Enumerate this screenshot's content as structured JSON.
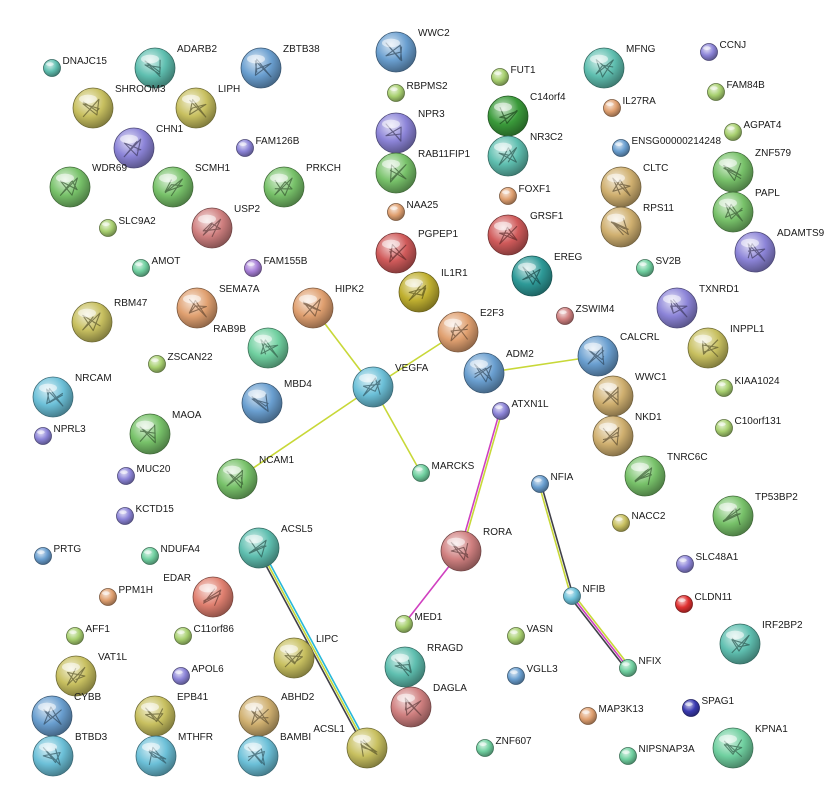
{
  "colors": {
    "blue": "#6a9fd0",
    "teal": "#5fbfb0",
    "green": "#78c26a",
    "olive": "#c8c060",
    "red": "#d05a5a",
    "purple": "#8c84d8",
    "peach": "#e0a070",
    "lime": "#a8d070",
    "cyan": "#6cc0d8",
    "tan": "#d0b070",
    "mint": "#70d0a0",
    "pink": "#d08080",
    "darkgreen": "#3a9a3a",
    "darkteal": "#2e9a98",
    "gold": "#c0b030",
    "salmon": "#e08070",
    "red2": "#e03030",
    "navy": "#3a3ab0",
    "lavender": "#a880d8"
  },
  "edge_colors": {
    "yellow": "#c8d838",
    "magenta": "#d040c0",
    "cyan": "#28b8d8",
    "dark": "#404048"
  },
  "nodes": [
    {
      "id": "DNAJC15",
      "label": "DNAJC15",
      "color": "teal",
      "big": false,
      "icon": "protein-node-icon"
    },
    {
      "id": "ADARB2",
      "label": "ADARB2",
      "color": "teal",
      "big": true,
      "icon": "protein-structure-icon"
    },
    {
      "id": "ZBTB38",
      "label": "ZBTB38",
      "color": "blue",
      "big": true,
      "icon": "protein-structure-icon"
    },
    {
      "id": "SHROOM3",
      "label": "SHROOM3",
      "color": "olive",
      "big": true,
      "icon": "protein-structure-icon"
    },
    {
      "id": "LIPH",
      "label": "LIPH",
      "color": "olive",
      "big": true,
      "icon": "protein-structure-icon"
    },
    {
      "id": "CHN1",
      "label": "CHN1",
      "color": "purple",
      "big": true,
      "icon": "protein-structure-icon"
    },
    {
      "id": "FAM126B",
      "label": "FAM126B",
      "color": "purple",
      "big": false,
      "icon": "protein-node-icon"
    },
    {
      "id": "WDR69",
      "label": "WDR69",
      "color": "green",
      "big": true,
      "icon": "protein-structure-icon"
    },
    {
      "id": "SCMH1",
      "label": "SCMH1",
      "color": "green",
      "big": true,
      "icon": "protein-structure-icon"
    },
    {
      "id": "PRKCH",
      "label": "PRKCH",
      "color": "green",
      "big": true,
      "icon": "protein-structure-icon"
    },
    {
      "id": "SLC9A2",
      "label": "SLC9A2",
      "color": "lime",
      "big": false,
      "icon": "protein-node-icon"
    },
    {
      "id": "USP2",
      "label": "USP2",
      "color": "pink",
      "big": true,
      "icon": "protein-structure-icon"
    },
    {
      "id": "AMOT",
      "label": "AMOT",
      "color": "mint",
      "big": false,
      "icon": "protein-node-icon"
    },
    {
      "id": "FAM155B",
      "label": "FAM155B",
      "color": "lavender",
      "big": false,
      "icon": "protein-node-icon"
    },
    {
      "id": "RBM47",
      "label": "RBM47",
      "color": "olive",
      "big": true,
      "icon": "protein-structure-icon"
    },
    {
      "id": "SEMA7A",
      "label": "SEMA7A",
      "color": "peach",
      "big": true,
      "icon": "protein-structure-icon"
    },
    {
      "id": "HIPK2",
      "label": "HIPK2",
      "color": "peach",
      "big": true,
      "icon": "protein-structure-icon"
    },
    {
      "id": "RAB9B",
      "label": "RAB9B",
      "color": "mint",
      "big": true,
      "icon": "protein-structure-icon"
    },
    {
      "id": "ZSCAN22",
      "label": "ZSCAN22",
      "color": "lime",
      "big": false,
      "icon": "protein-node-icon"
    },
    {
      "id": "NRCAM",
      "label": "NRCAM",
      "color": "cyan",
      "big": true,
      "icon": "protein-structure-icon"
    },
    {
      "id": "MBD4",
      "label": "MBD4",
      "color": "blue",
      "big": true,
      "icon": "protein-structure-icon"
    },
    {
      "id": "NPRL3",
      "label": "NPRL3",
      "color": "purple",
      "big": false,
      "icon": "protein-node-icon"
    },
    {
      "id": "MAOA",
      "label": "MAOA",
      "color": "green",
      "big": true,
      "icon": "protein-structure-icon"
    },
    {
      "id": "MUC20",
      "label": "MUC20",
      "color": "purple",
      "big": false,
      "icon": "protein-node-icon"
    },
    {
      "id": "NCAM1",
      "label": "NCAM1",
      "color": "green",
      "big": true,
      "icon": "protein-structure-icon"
    },
    {
      "id": "KCTD15",
      "label": "KCTD15",
      "color": "purple",
      "big": false,
      "icon": "protein-node-icon"
    },
    {
      "id": "PRTG",
      "label": "PRTG",
      "color": "blue",
      "big": false,
      "icon": "protein-node-icon"
    },
    {
      "id": "NDUFA4",
      "label": "NDUFA4",
      "color": "mint",
      "big": false,
      "icon": "protein-node-icon"
    },
    {
      "id": "ACSL5",
      "label": "ACSL5",
      "color": "teal",
      "big": true,
      "icon": "protein-structure-icon"
    },
    {
      "id": "PPM1H",
      "label": "PPM1H",
      "color": "peach",
      "big": false,
      "icon": "protein-node-icon"
    },
    {
      "id": "EDAR",
      "label": "EDAR",
      "color": "salmon",
      "big": true,
      "icon": "protein-structure-icon"
    },
    {
      "id": "AFF1",
      "label": "AFF1",
      "color": "lime",
      "big": false,
      "icon": "protein-node-icon"
    },
    {
      "id": "C11orf86",
      "label": "C11orf86",
      "color": "lime",
      "big": false,
      "icon": "protein-node-icon"
    },
    {
      "id": "VAT1L",
      "label": "VAT1L",
      "color": "olive",
      "big": true,
      "icon": "protein-structure-icon"
    },
    {
      "id": "APOL6",
      "label": "APOL6",
      "color": "purple",
      "big": false,
      "icon": "protein-node-icon"
    },
    {
      "id": "LIPC",
      "label": "LIPC",
      "color": "olive",
      "big": true,
      "icon": "protein-structure-icon"
    },
    {
      "id": "CYBB",
      "label": "CYBB",
      "color": "blue",
      "big": true,
      "icon": "protein-structure-icon"
    },
    {
      "id": "EPB41",
      "label": "EPB41",
      "color": "olive",
      "big": true,
      "icon": "protein-structure-icon"
    },
    {
      "id": "ABHD2",
      "label": "ABHD2",
      "color": "tan",
      "big": true,
      "icon": "protein-structure-icon"
    },
    {
      "id": "BTBD3",
      "label": "BTBD3",
      "color": "cyan",
      "big": true,
      "icon": "protein-structure-icon"
    },
    {
      "id": "MTHFR",
      "label": "MTHFR",
      "color": "cyan",
      "big": true,
      "icon": "protein-structure-icon"
    },
    {
      "id": "BAMBI",
      "label": "BAMBI",
      "color": "cyan",
      "big": true,
      "icon": "protein-structure-icon"
    },
    {
      "id": "ACSL1",
      "label": "ACSL1",
      "color": "olive",
      "big": true,
      "icon": "protein-structure-icon"
    },
    {
      "id": "WWC2",
      "label": "WWC2",
      "color": "blue",
      "big": true,
      "icon": "protein-structure-icon"
    },
    {
      "id": "RBPMS2",
      "label": "RBPMS2",
      "color": "lime",
      "big": false,
      "icon": "protein-node-icon"
    },
    {
      "id": "NPR3",
      "label": "NPR3",
      "color": "purple",
      "big": true,
      "icon": "protein-structure-icon"
    },
    {
      "id": "RAB11FIP1",
      "label": "RAB11FIP1",
      "color": "green",
      "big": true,
      "icon": "protein-structure-icon"
    },
    {
      "id": "NAA25",
      "label": "NAA25",
      "color": "peach",
      "big": false,
      "icon": "protein-node-icon"
    },
    {
      "id": "PGPEP1",
      "label": "PGPEP1",
      "color": "red",
      "big": true,
      "icon": "protein-structure-icon"
    },
    {
      "id": "IL1R1",
      "label": "IL1R1",
      "color": "gold",
      "big": true,
      "icon": "protein-structure-icon"
    },
    {
      "id": "E2F3",
      "label": "E2F3",
      "color": "peach",
      "big": true,
      "icon": "protein-structure-icon"
    },
    {
      "id": "VEGFA",
      "label": "VEGFA",
      "color": "cyan",
      "big": true,
      "icon": "protein-structure-icon"
    },
    {
      "id": "MARCKS",
      "label": "MARCKS",
      "color": "mint",
      "big": false,
      "icon": "protein-node-icon"
    },
    {
      "id": "FUT1",
      "label": "FUT1",
      "color": "lime",
      "big": false,
      "icon": "protein-node-icon"
    },
    {
      "id": "C14orf4",
      "label": "C14orf4",
      "color": "darkgreen",
      "big": true,
      "icon": "protein-structure-icon"
    },
    {
      "id": "NR3C2",
      "label": "NR3C2",
      "color": "teal",
      "big": true,
      "icon": "protein-structure-icon"
    },
    {
      "id": "FOXF1",
      "label": "FOXF1",
      "color": "peach",
      "big": false,
      "icon": "protein-node-icon"
    },
    {
      "id": "GRSF1",
      "label": "GRSF1",
      "color": "red",
      "big": true,
      "icon": "protein-structure-icon"
    },
    {
      "id": "EREG",
      "label": "EREG",
      "color": "darkteal",
      "big": true,
      "icon": "protein-structure-icon"
    },
    {
      "id": "ZSWIM4",
      "label": "ZSWIM4",
      "color": "pink",
      "big": false,
      "icon": "protein-node-icon"
    },
    {
      "id": "ADM2",
      "label": "ADM2",
      "color": "blue",
      "big": true,
      "icon": "protein-structure-icon"
    },
    {
      "id": "ATXN1L",
      "label": "ATXN1L",
      "color": "purple",
      "big": false,
      "icon": "protein-node-icon"
    },
    {
      "id": "RORA",
      "label": "RORA",
      "color": "pink",
      "big": true,
      "icon": "protein-structure-icon"
    },
    {
      "id": "MED1",
      "label": "MED1",
      "color": "lime",
      "big": false,
      "icon": "protein-node-icon"
    },
    {
      "id": "RRAGD",
      "label": "RRAGD",
      "color": "teal",
      "big": true,
      "icon": "protein-structure-icon"
    },
    {
      "id": "DAGLA",
      "label": "DAGLA",
      "color": "pink",
      "big": true,
      "icon": "protein-structure-icon"
    },
    {
      "id": "VASN",
      "label": "VASN",
      "color": "lime",
      "big": false,
      "icon": "protein-node-icon"
    },
    {
      "id": "VGLL3",
      "label": "VGLL3",
      "color": "blue",
      "big": false,
      "icon": "protein-node-icon"
    },
    {
      "id": "ZNF607",
      "label": "ZNF607",
      "color": "mint",
      "big": false,
      "icon": "protein-node-icon"
    },
    {
      "id": "NFIA",
      "label": "NFIA",
      "color": "blue",
      "big": false,
      "icon": "protein-node-icon"
    },
    {
      "id": "NFIB",
      "label": "NFIB",
      "color": "cyan",
      "big": false,
      "icon": "protein-node-icon"
    },
    {
      "id": "NFIX",
      "label": "NFIX",
      "color": "mint",
      "big": false,
      "icon": "protein-node-icon"
    },
    {
      "id": "MAP3K13",
      "label": "MAP3K13",
      "color": "peach",
      "big": false,
      "icon": "protein-node-icon"
    },
    {
      "id": "NIPSNAP3A",
      "label": "NIPSNAP3A",
      "color": "mint",
      "big": false,
      "icon": "protein-node-icon"
    },
    {
      "id": "CCNJ",
      "label": "CCNJ",
      "color": "purple",
      "big": false,
      "icon": "protein-node-icon"
    },
    {
      "id": "MFNG",
      "label": "MFNG",
      "color": "teal",
      "big": true,
      "icon": "protein-structure-icon"
    },
    {
      "id": "FAM84B",
      "label": "FAM84B",
      "color": "lime",
      "big": false,
      "icon": "protein-node-icon"
    },
    {
      "id": "IL27RA",
      "label": "IL27RA",
      "color": "peach",
      "big": false,
      "icon": "protein-node-icon"
    },
    {
      "id": "AGPAT4",
      "label": "AGPAT4",
      "color": "lime",
      "big": false,
      "icon": "protein-node-icon"
    },
    {
      "id": "ENSG00000214248",
      "label": "ENSG00000214248",
      "color": "blue",
      "big": false,
      "icon": "protein-node-icon"
    },
    {
      "id": "CLTC",
      "label": "CLTC",
      "color": "tan",
      "big": true,
      "icon": "protein-structure-icon"
    },
    {
      "id": "ZNF579",
      "label": "ZNF579",
      "color": "green",
      "big": true,
      "icon": "protein-structure-icon"
    },
    {
      "id": "PAPL",
      "label": "PAPL",
      "color": "green",
      "big": true,
      "icon": "protein-structure-icon"
    },
    {
      "id": "RPS11",
      "label": "RPS11",
      "color": "tan",
      "big": true,
      "icon": "protein-structure-icon"
    },
    {
      "id": "ADAMTS9",
      "label": "ADAMTS9",
      "color": "purple",
      "big": true,
      "icon": "protein-structure-icon"
    },
    {
      "id": "SV2B",
      "label": "SV2B",
      "color": "mint",
      "big": false,
      "icon": "protein-node-icon"
    },
    {
      "id": "TXNRD1",
      "label": "TXNRD1",
      "color": "purple",
      "big": true,
      "icon": "protein-structure-icon"
    },
    {
      "id": "CALCRL",
      "label": "CALCRL",
      "color": "blue",
      "big": true,
      "icon": "protein-structure-icon"
    },
    {
      "id": "INPPL1",
      "label": "INPPL1",
      "color": "olive",
      "big": true,
      "icon": "protein-structure-icon"
    },
    {
      "id": "WWC1",
      "label": "WWC1",
      "color": "tan",
      "big": true,
      "icon": "protein-structure-icon"
    },
    {
      "id": "KIAA1024",
      "label": "KIAA1024",
      "color": "lime",
      "big": false,
      "icon": "protein-node-icon"
    },
    {
      "id": "NKD1",
      "label": "NKD1",
      "color": "tan",
      "big": true,
      "icon": "protein-structure-icon"
    },
    {
      "id": "C10orf131",
      "label": "C10orf131",
      "color": "lime",
      "big": false,
      "icon": "protein-node-icon"
    },
    {
      "id": "TNRC6C",
      "label": "TNRC6C",
      "color": "green",
      "big": true,
      "icon": "protein-structure-icon"
    },
    {
      "id": "NACC2",
      "label": "NACC2",
      "color": "olive",
      "big": false,
      "icon": "protein-node-icon"
    },
    {
      "id": "TP53BP2",
      "label": "TP53BP2",
      "color": "green",
      "big": true,
      "icon": "protein-structure-icon"
    },
    {
      "id": "SLC48A1",
      "label": "SLC48A1",
      "color": "purple",
      "big": false,
      "icon": "protein-node-icon"
    },
    {
      "id": "CLDN11",
      "label": "CLDN11",
      "color": "red2",
      "big": false,
      "icon": "protein-node-icon"
    },
    {
      "id": "IRF2BP2",
      "label": "IRF2BP2",
      "color": "teal",
      "big": true,
      "icon": "protein-structure-icon"
    },
    {
      "id": "SPAG1",
      "label": "SPAG1",
      "color": "navy",
      "big": false,
      "icon": "protein-node-icon"
    },
    {
      "id": "KPNA1",
      "label": "KPNA1",
      "color": "mint",
      "big": true,
      "icon": "protein-structure-icon"
    }
  ],
  "edges": [
    {
      "source": "HIPK2",
      "target": "VEGFA",
      "colors": [
        "yellow"
      ]
    },
    {
      "source": "E2F3",
      "target": "VEGFA",
      "colors": [
        "yellow"
      ]
    },
    {
      "source": "NCAM1",
      "target": "VEGFA",
      "colors": [
        "yellow"
      ]
    },
    {
      "source": "MARCKS",
      "target": "VEGFA",
      "colors": [
        "yellow"
      ]
    },
    {
      "source": "ADM2",
      "target": "CALCRL",
      "colors": [
        "yellow"
      ]
    },
    {
      "source": "ATXN1L",
      "target": "RORA",
      "colors": [
        "yellow",
        "magenta"
      ]
    },
    {
      "source": "RORA",
      "target": "MED1",
      "colors": [
        "magenta"
      ]
    },
    {
      "source": "ACSL5",
      "target": "ACSL1",
      "colors": [
        "cyan",
        "yellow",
        "dark"
      ]
    },
    {
      "source": "NFIA",
      "target": "NFIB",
      "colors": [
        "dark",
        "yellow"
      ]
    },
    {
      "source": "NFIB",
      "target": "NFIX",
      "colors": [
        "yellow",
        "magenta",
        "dark"
      ]
    }
  ]
}
